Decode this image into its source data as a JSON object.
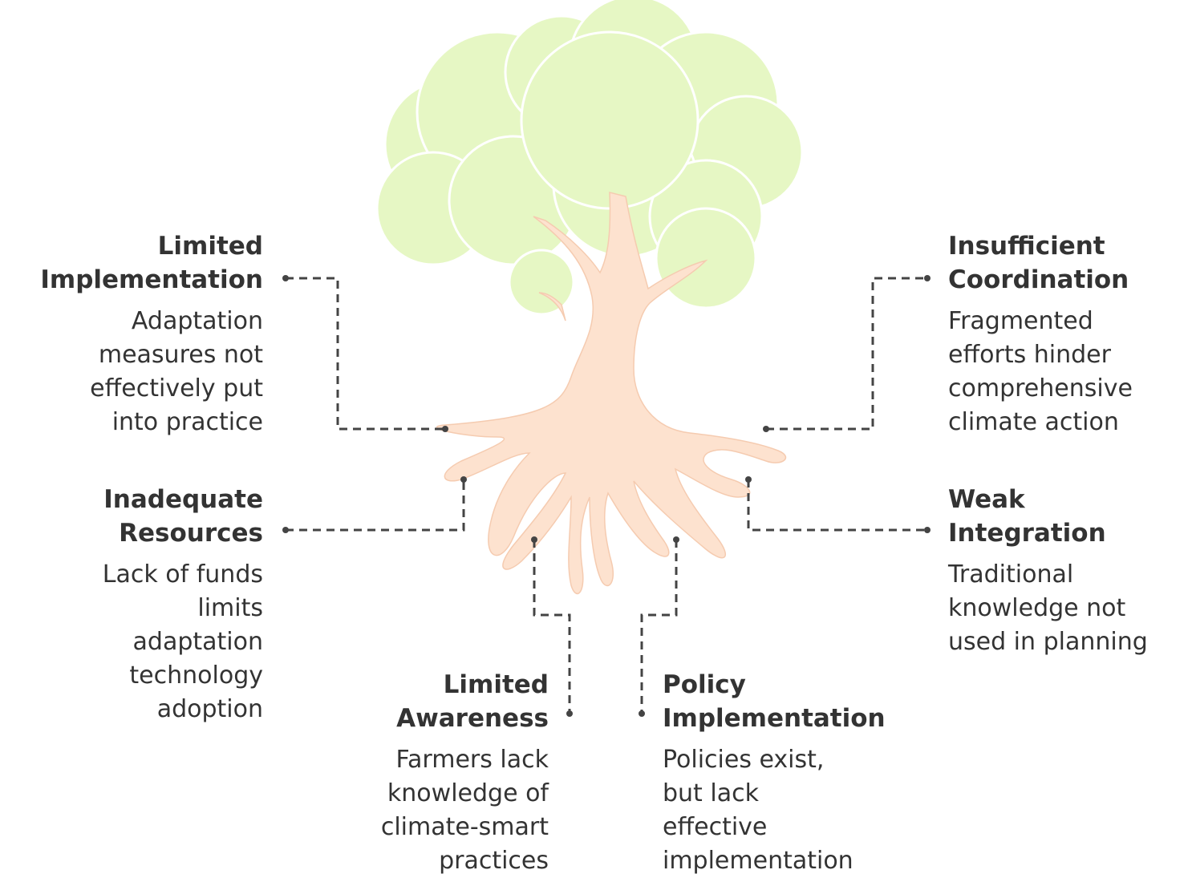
{
  "colors": {
    "canopy_fill": "#e6f7c4",
    "trunk_fill": "#fde2cf",
    "trunk_stroke": "#f5cbb0",
    "connector": "#444444",
    "text": "#333333"
  },
  "items": [
    {
      "id": "limited-implementation",
      "title": "Limited\nImplementation",
      "description": "Adaptation\nmeasures not\neffectively put\ninto practice"
    },
    {
      "id": "inadequate-resources",
      "title": "Inadequate\nResources",
      "description": "Lack of funds\nlimits\nadaptation\ntechnology\nadoption"
    },
    {
      "id": "limited-awareness",
      "title": "Limited\nAwareness",
      "description": "Farmers lack\nknowledge of\nclimate-smart\npractices"
    },
    {
      "id": "policy-implementation",
      "title": "Policy\nImplementation",
      "description": "Policies exist,\nbut lack\neffective\nimplementation"
    },
    {
      "id": "insufficient-coordination",
      "title": "Insufficient\nCoordination",
      "description": "Fragmented\nefforts hinder\ncomprehensive\nclimate action"
    },
    {
      "id": "weak-integration",
      "title": "Weak\nIntegration",
      "description": "Traditional\nknowledge not\nused in planning"
    }
  ]
}
